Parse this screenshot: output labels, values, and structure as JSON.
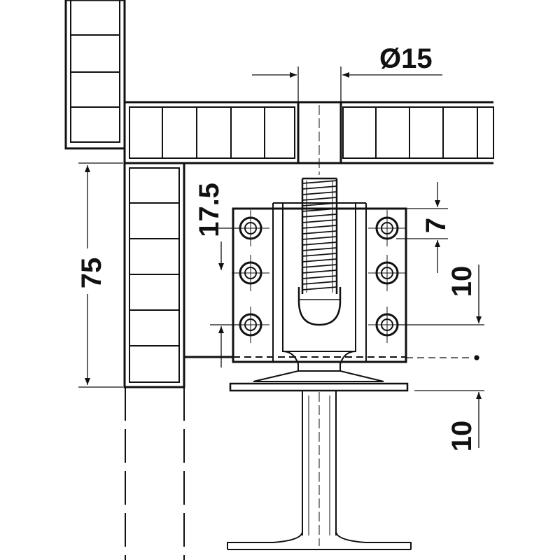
{
  "dimensions": {
    "diameter": "Ø15",
    "height_total": "75",
    "offset_top": "17.5",
    "offset_small": "7",
    "spacing_holes": "10",
    "adjust_range": "10"
  },
  "colors": {
    "line": "#111111",
    "background": "#ffffff"
  }
}
